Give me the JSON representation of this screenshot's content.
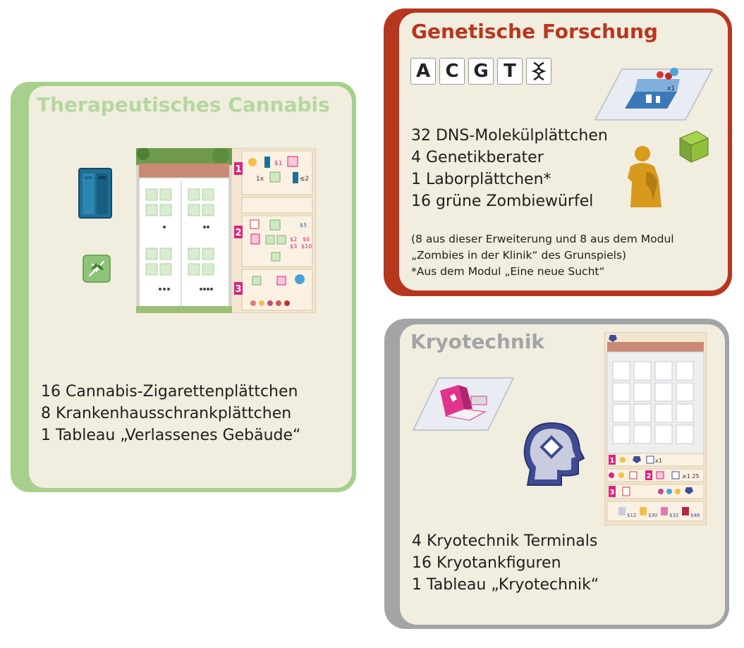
{
  "panels": {
    "cannabis": {
      "title": "Therapeutisches Cannabis",
      "items": [
        "16 Cannabis-Zigarettenplättchen",
        "8 Krankenhausschrankplättchen",
        "1 Tableau „Verlassenes Gebäude“"
      ],
      "board": {
        "row_numbers": [
          "1",
          "2",
          "3"
        ],
        "price_labels": [
          "$1",
          "$2",
          "$3",
          "$5",
          "$6",
          "$10",
          "≤2",
          "1x"
        ]
      },
      "accent_color": "#a8d08d"
    },
    "genetics": {
      "title": "Genetische Forschung",
      "dna_letters": [
        "A",
        "C",
        "G",
        "T"
      ],
      "items": [
        "32 DNS-Molekülplättchen",
        "4 Genetikberater",
        "1 Laborplättchen*",
        "16 grüne Zombiewürfel"
      ],
      "notes": [
        "(8 aus dieser Erweiterung und 8 aus dem Modul",
        "„Zombies in der Klinik“ des Grunspiels)",
        "*Aus dem Modul „Eine neue Sucht“"
      ],
      "lab_tile_label": "x1",
      "accent_color": "#b7371e"
    },
    "kryo": {
      "title": "Kryotechnik",
      "items": [
        "4 Kryotechnik Terminals",
        "16 Kryotankfiguren",
        "1 Tableau „Kryotechnik“"
      ],
      "board": {
        "row_numbers": [
          "1",
          "2",
          "3"
        ],
        "labels": [
          "x1",
          "≥1 25",
          "$12",
          "$30",
          "$32",
          "$48"
        ]
      },
      "accent_color": "#a3a4a6"
    }
  }
}
